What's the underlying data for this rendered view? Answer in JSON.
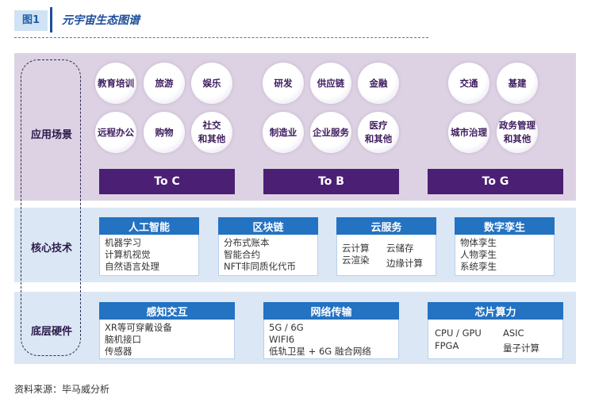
{
  "header": {
    "figure_label": "图1",
    "title": "元宇宙生态图谱"
  },
  "layers": {
    "application": "应用场景",
    "core_tech": "核心技术",
    "hardware": "底层硬件"
  },
  "applications": {
    "to_c": [
      "教育培训",
      "旅游",
      "娱乐",
      "远程办公",
      "购物",
      [
        "社交",
        "和其他"
      ]
    ],
    "to_b": [
      "研发",
      "供应链",
      "金融",
      "制造业",
      "企业服务",
      [
        "医疗",
        "和其他"
      ]
    ],
    "to_g": [
      "交通",
      "基建",
      "城市治理",
      [
        "政务管理",
        "和其他"
      ]
    ]
  },
  "audiences": [
    "To C",
    "To B",
    "To G"
  ],
  "core_tech": {
    "ai": {
      "title": "人工智能",
      "items": [
        "机器学习",
        "计算机视觉",
        "自然语言处理"
      ]
    },
    "blockchain": {
      "title": "区块链",
      "items": [
        "分布式账本",
        "智能合约",
        "NFT非同质化代币"
      ]
    },
    "cloud": {
      "title": "云服务",
      "items": [
        "云计算",
        "云储存",
        "云渲染",
        "边缘计算"
      ]
    },
    "twin": {
      "title": "数字孪生",
      "items": [
        "物体孪生",
        "人物孪生",
        "系统孪生"
      ]
    }
  },
  "hardware": {
    "sensing": {
      "title": "感知交互",
      "items": [
        "XR等可穿戴设备",
        "脑机接口",
        "传感器"
      ]
    },
    "network": {
      "title": "网络传输",
      "items": [
        "5G / 6G",
        "WIFI6",
        "低轨卫星 + 6G 融合网络"
      ]
    },
    "chip": {
      "title": "芯片算力",
      "items": [
        "CPU / GPU",
        "ASIC",
        "FPGA",
        "量子计算"
      ]
    }
  },
  "source": "资料来源：毕马威分析"
}
